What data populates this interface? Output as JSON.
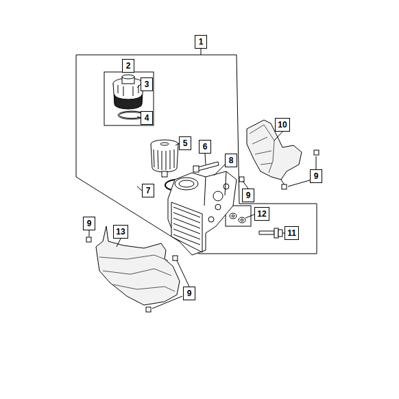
{
  "diagram": {
    "nodes": [
      {
        "text": [
          "1"
        ]
      },
      {
        "text": [
          "2"
        ]
      },
      {
        "text": [
          "3"
        ]
      },
      {
        "text": [
          "4"
        ]
      },
      {
        "text": [
          "10"
        ]
      },
      {
        "text": [
          "5"
        ]
      },
      {
        "text": [
          "6"
        ]
      },
      {
        "text": [
          "8"
        ]
      },
      {
        "text": [
          "9"
        ]
      },
      {
        "text": [
          "7"
        ]
      },
      {
        "text": [
          "9"
        ]
      },
      {
        "text": [
          "12"
        ]
      },
      {
        "text": [
          "9"
        ]
      },
      {
        "text": [
          "13"
        ]
      },
      {
        "text": [
          "11"
        ]
      },
      {
        "text": [
          "9"
        ]
      }
    ]
  }
}
